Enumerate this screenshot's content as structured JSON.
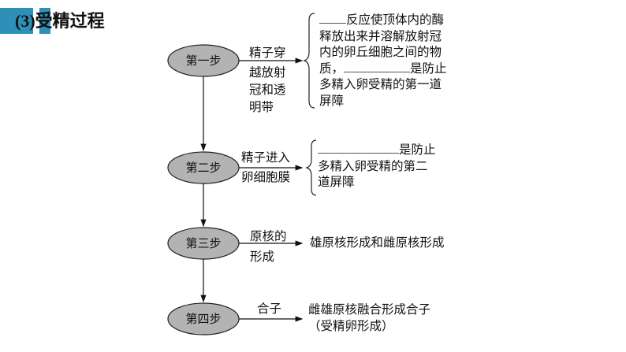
{
  "title": {
    "num": "(3)",
    "text": "受精过程"
  },
  "steps": [
    {
      "label": "第一步",
      "action_lines": [
        "精子穿",
        "越放射",
        "冠和透",
        "明带"
      ],
      "result_lines": [
        "反应使顶体内的酶",
        "释放出来并溶解放射冠",
        "内的卵丘细胞之间的物",
        "质，",
        "是防止",
        "多精入卵受精的第一道",
        "屏障"
      ]
    },
    {
      "label": "第二步",
      "action_lines": [
        "精子进入",
        "卵细胞膜"
      ],
      "result_lines": [
        "是防止",
        "多精入卵受精的第二",
        "道屏障"
      ]
    },
    {
      "label": "第三步",
      "action_lines": [
        "原核的",
        "形成"
      ],
      "result_lines": [
        "雄原核形成和雌原核形成"
      ]
    },
    {
      "label": "第四步",
      "action_lines": [
        "合子"
      ],
      "result_lines": [
        "雌雄原核融合形成合子",
        "（受精卵形成）"
      ]
    }
  ],
  "colors": {
    "accent": "#2e8fb7",
    "ellipse_fill": "#b3b3b3"
  }
}
